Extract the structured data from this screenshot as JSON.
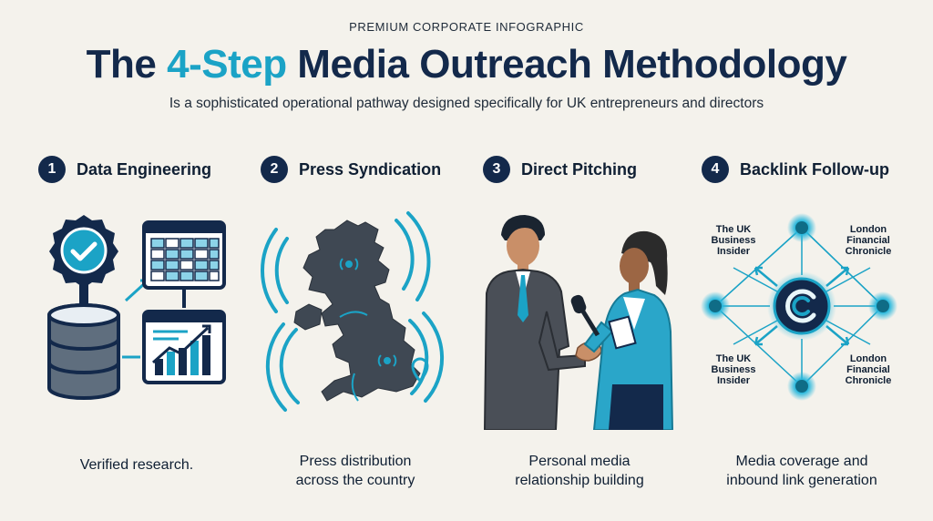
{
  "header": {
    "kicker": "PREMIUM CORPORATE INFOGRAPHIC",
    "title_pre": "The ",
    "title_accent": "4-Step",
    "title_post": " Media Outreach Methodology",
    "subtitle": "Is a sophisticated operational pathway designed specifically for UK entrepreneurs and directors"
  },
  "steps": [
    {
      "number": "1",
      "label": "Data Engineering",
      "caption": "Verified research."
    },
    {
      "number": "2",
      "label": "Press Syndication",
      "caption_line1": "Press distribution",
      "caption_line2": "across the country"
    },
    {
      "number": "3",
      "label": "Direct Pitching",
      "caption_line1": "Personal media",
      "caption_line2": "relationship building"
    },
    {
      "number": "4",
      "label": "Backlink Follow-up",
      "caption_line1": "Media coverage and",
      "caption_line2": "inbound link generation"
    }
  ],
  "network": {
    "top_left": [
      "The UK",
      "Business",
      "Insider"
    ],
    "top_right": [
      "London",
      "Financial",
      "Chronicle"
    ],
    "bottom_left": [
      "The UK",
      "Business",
      "Insider"
    ],
    "bottom_right": [
      "London",
      "Financial",
      "Chronicle"
    ]
  },
  "colors": {
    "navy": "#13294b",
    "accent": "#1ba3c6",
    "background": "#f4f2ec"
  }
}
